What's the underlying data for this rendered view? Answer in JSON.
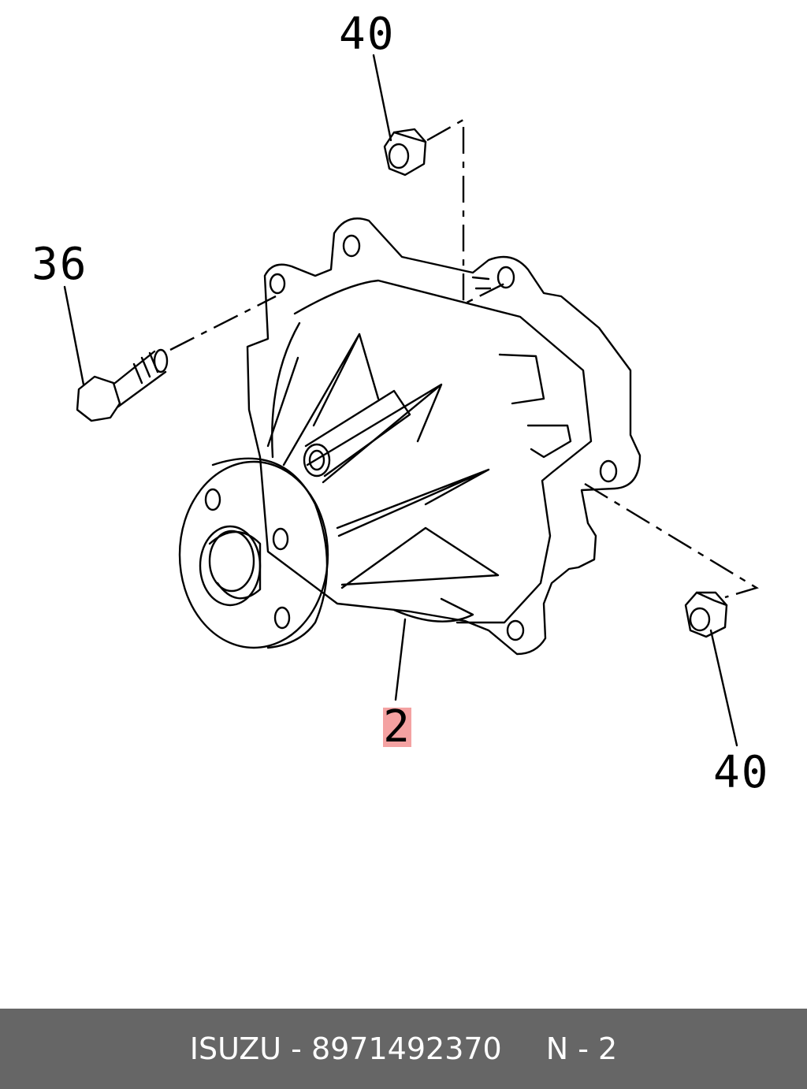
{
  "callouts": {
    "nut_top": "40",
    "bolt": "36",
    "nut_bottom": "40",
    "water_pump": "2"
  },
  "highlight_color": "#f4a2a2",
  "footer": {
    "part_label": "ISUZU - 8971492370",
    "position": "N - 2",
    "background": "#666666"
  }
}
